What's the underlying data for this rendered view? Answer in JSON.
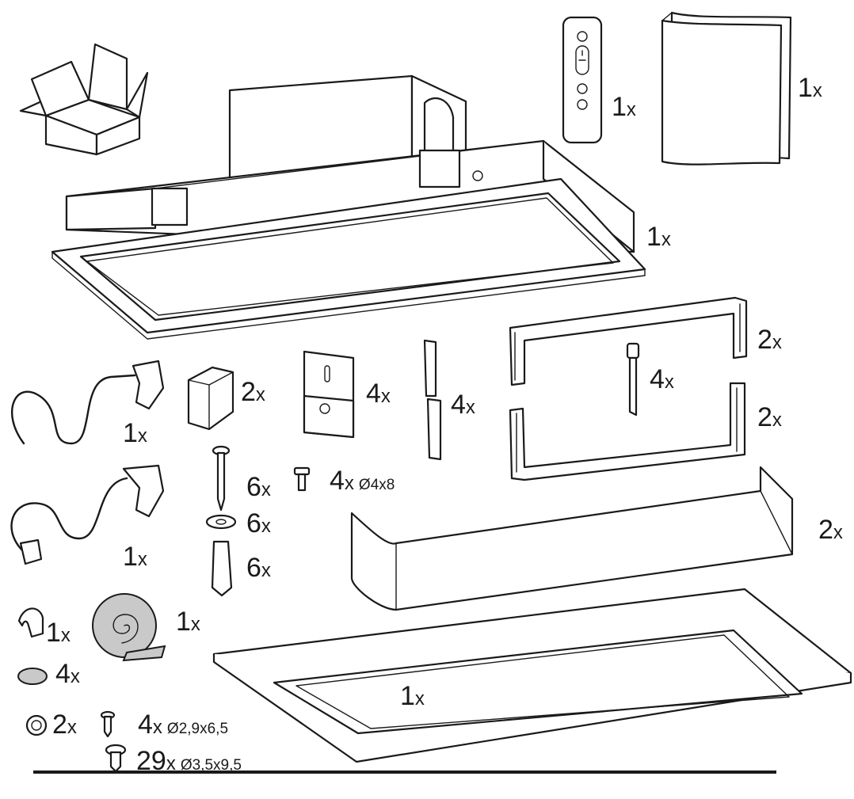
{
  "labels": {
    "manual": {
      "count": "1",
      "unit": "x"
    },
    "remote": {
      "count": "1",
      "unit": "x"
    },
    "hood": {
      "count": "1",
      "unit": "x"
    },
    "frame_top": {
      "count": "2",
      "unit": "x"
    },
    "frame_bottom": {
      "count": "2",
      "unit": "x"
    },
    "long_bolt": {
      "count": "4",
      "unit": "x"
    },
    "side_cover": {
      "count": "2",
      "unit": "x"
    },
    "cable_angled": {
      "count": "1",
      "unit": "x"
    },
    "cable_plug": {
      "count": "1",
      "unit": "x"
    },
    "junction_box": {
      "count": "2",
      "unit": "x"
    },
    "bracket": {
      "count": "4",
      "unit": "x"
    },
    "rail": {
      "count": "4",
      "unit": "x"
    },
    "small_screw": {
      "count": "4",
      "unit": "x",
      "spec": "Ø4x8"
    },
    "wood_screw": {
      "count": "6",
      "unit": "x"
    },
    "washer": {
      "count": "6",
      "unit": "x"
    },
    "wall_plug": {
      "count": "6",
      "unit": "x"
    },
    "cable_clip": {
      "count": "1",
      "unit": "x"
    },
    "tape_roll": {
      "count": "1",
      "unit": "x"
    },
    "felt_pad": {
      "count": "4",
      "unit": "x"
    },
    "cap": {
      "count": "2",
      "unit": "x"
    },
    "screw_29x65": {
      "count": "4",
      "unit": "x",
      "spec": "Ø2,9x6,5"
    },
    "screw_35x95": {
      "count": "29",
      "unit": "x",
      "spec": "Ø3,5x9,5"
    },
    "panel_frame": {
      "count": "1",
      "unit": "x"
    }
  }
}
